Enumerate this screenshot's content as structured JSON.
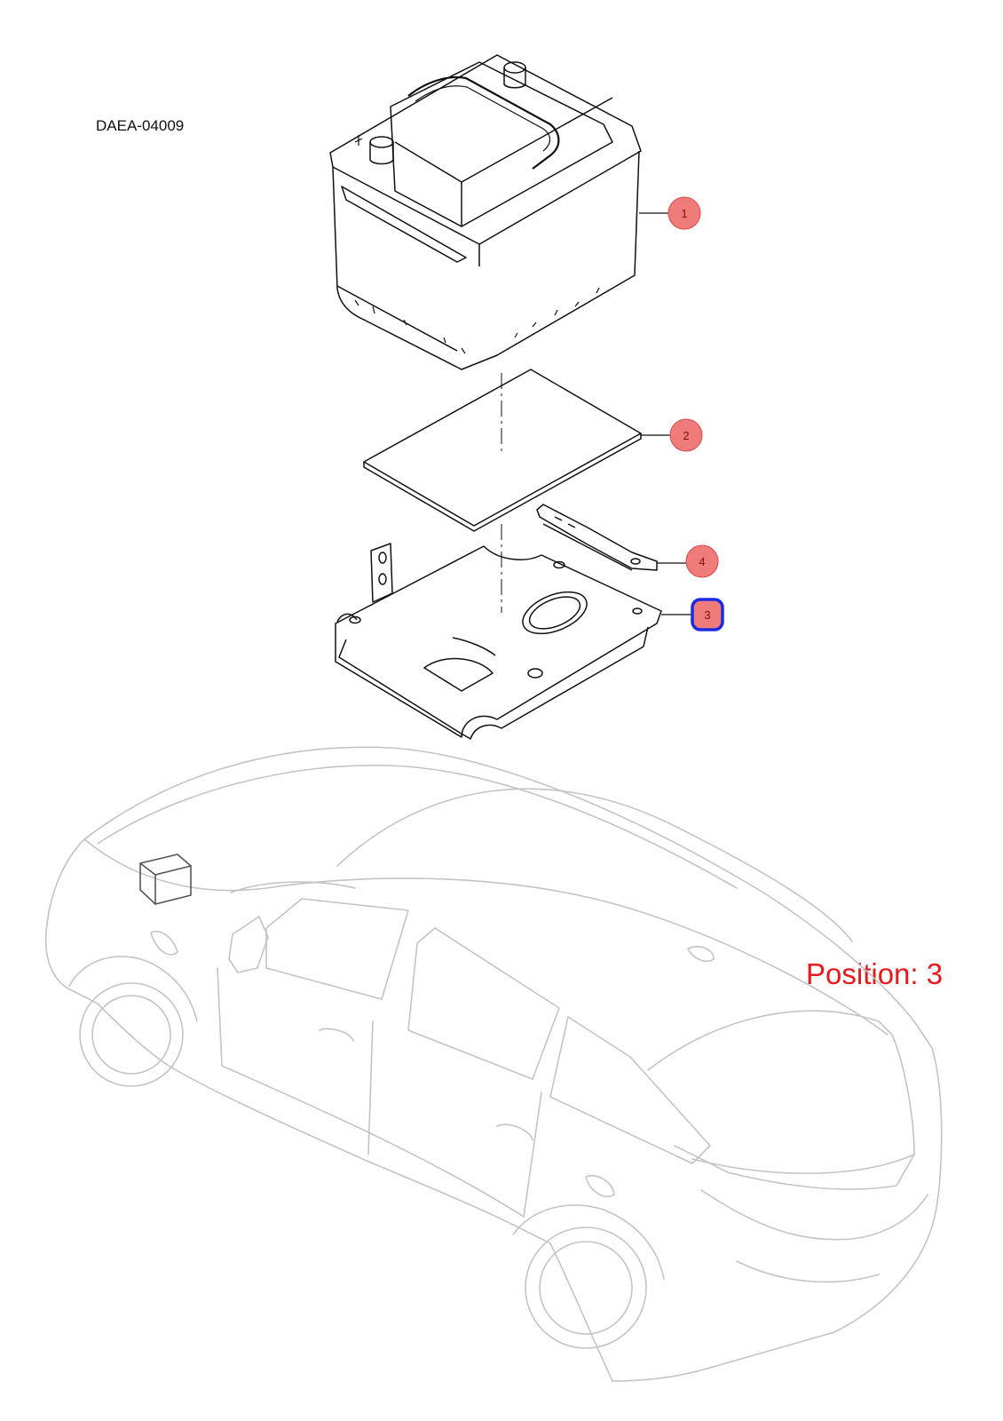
{
  "diagram": {
    "code": "DAEA-04009",
    "position_label": "Position: 3",
    "colors": {
      "callout_fill": "#f07b7b",
      "callout_stroke": "#d84a4a",
      "selected_stroke": "#1a2be8",
      "position_text": "#e8191c",
      "car_outline": "#c4c4c4",
      "part_outline": "#111111"
    },
    "callouts": [
      {
        "number": "1",
        "part": "battery",
        "selected": false
      },
      {
        "number": "2",
        "part": "battery-pad",
        "selected": false
      },
      {
        "number": "4",
        "part": "hold-down-clamp",
        "selected": false
      },
      {
        "number": "3",
        "part": "battery-tray",
        "selected": true
      }
    ]
  }
}
